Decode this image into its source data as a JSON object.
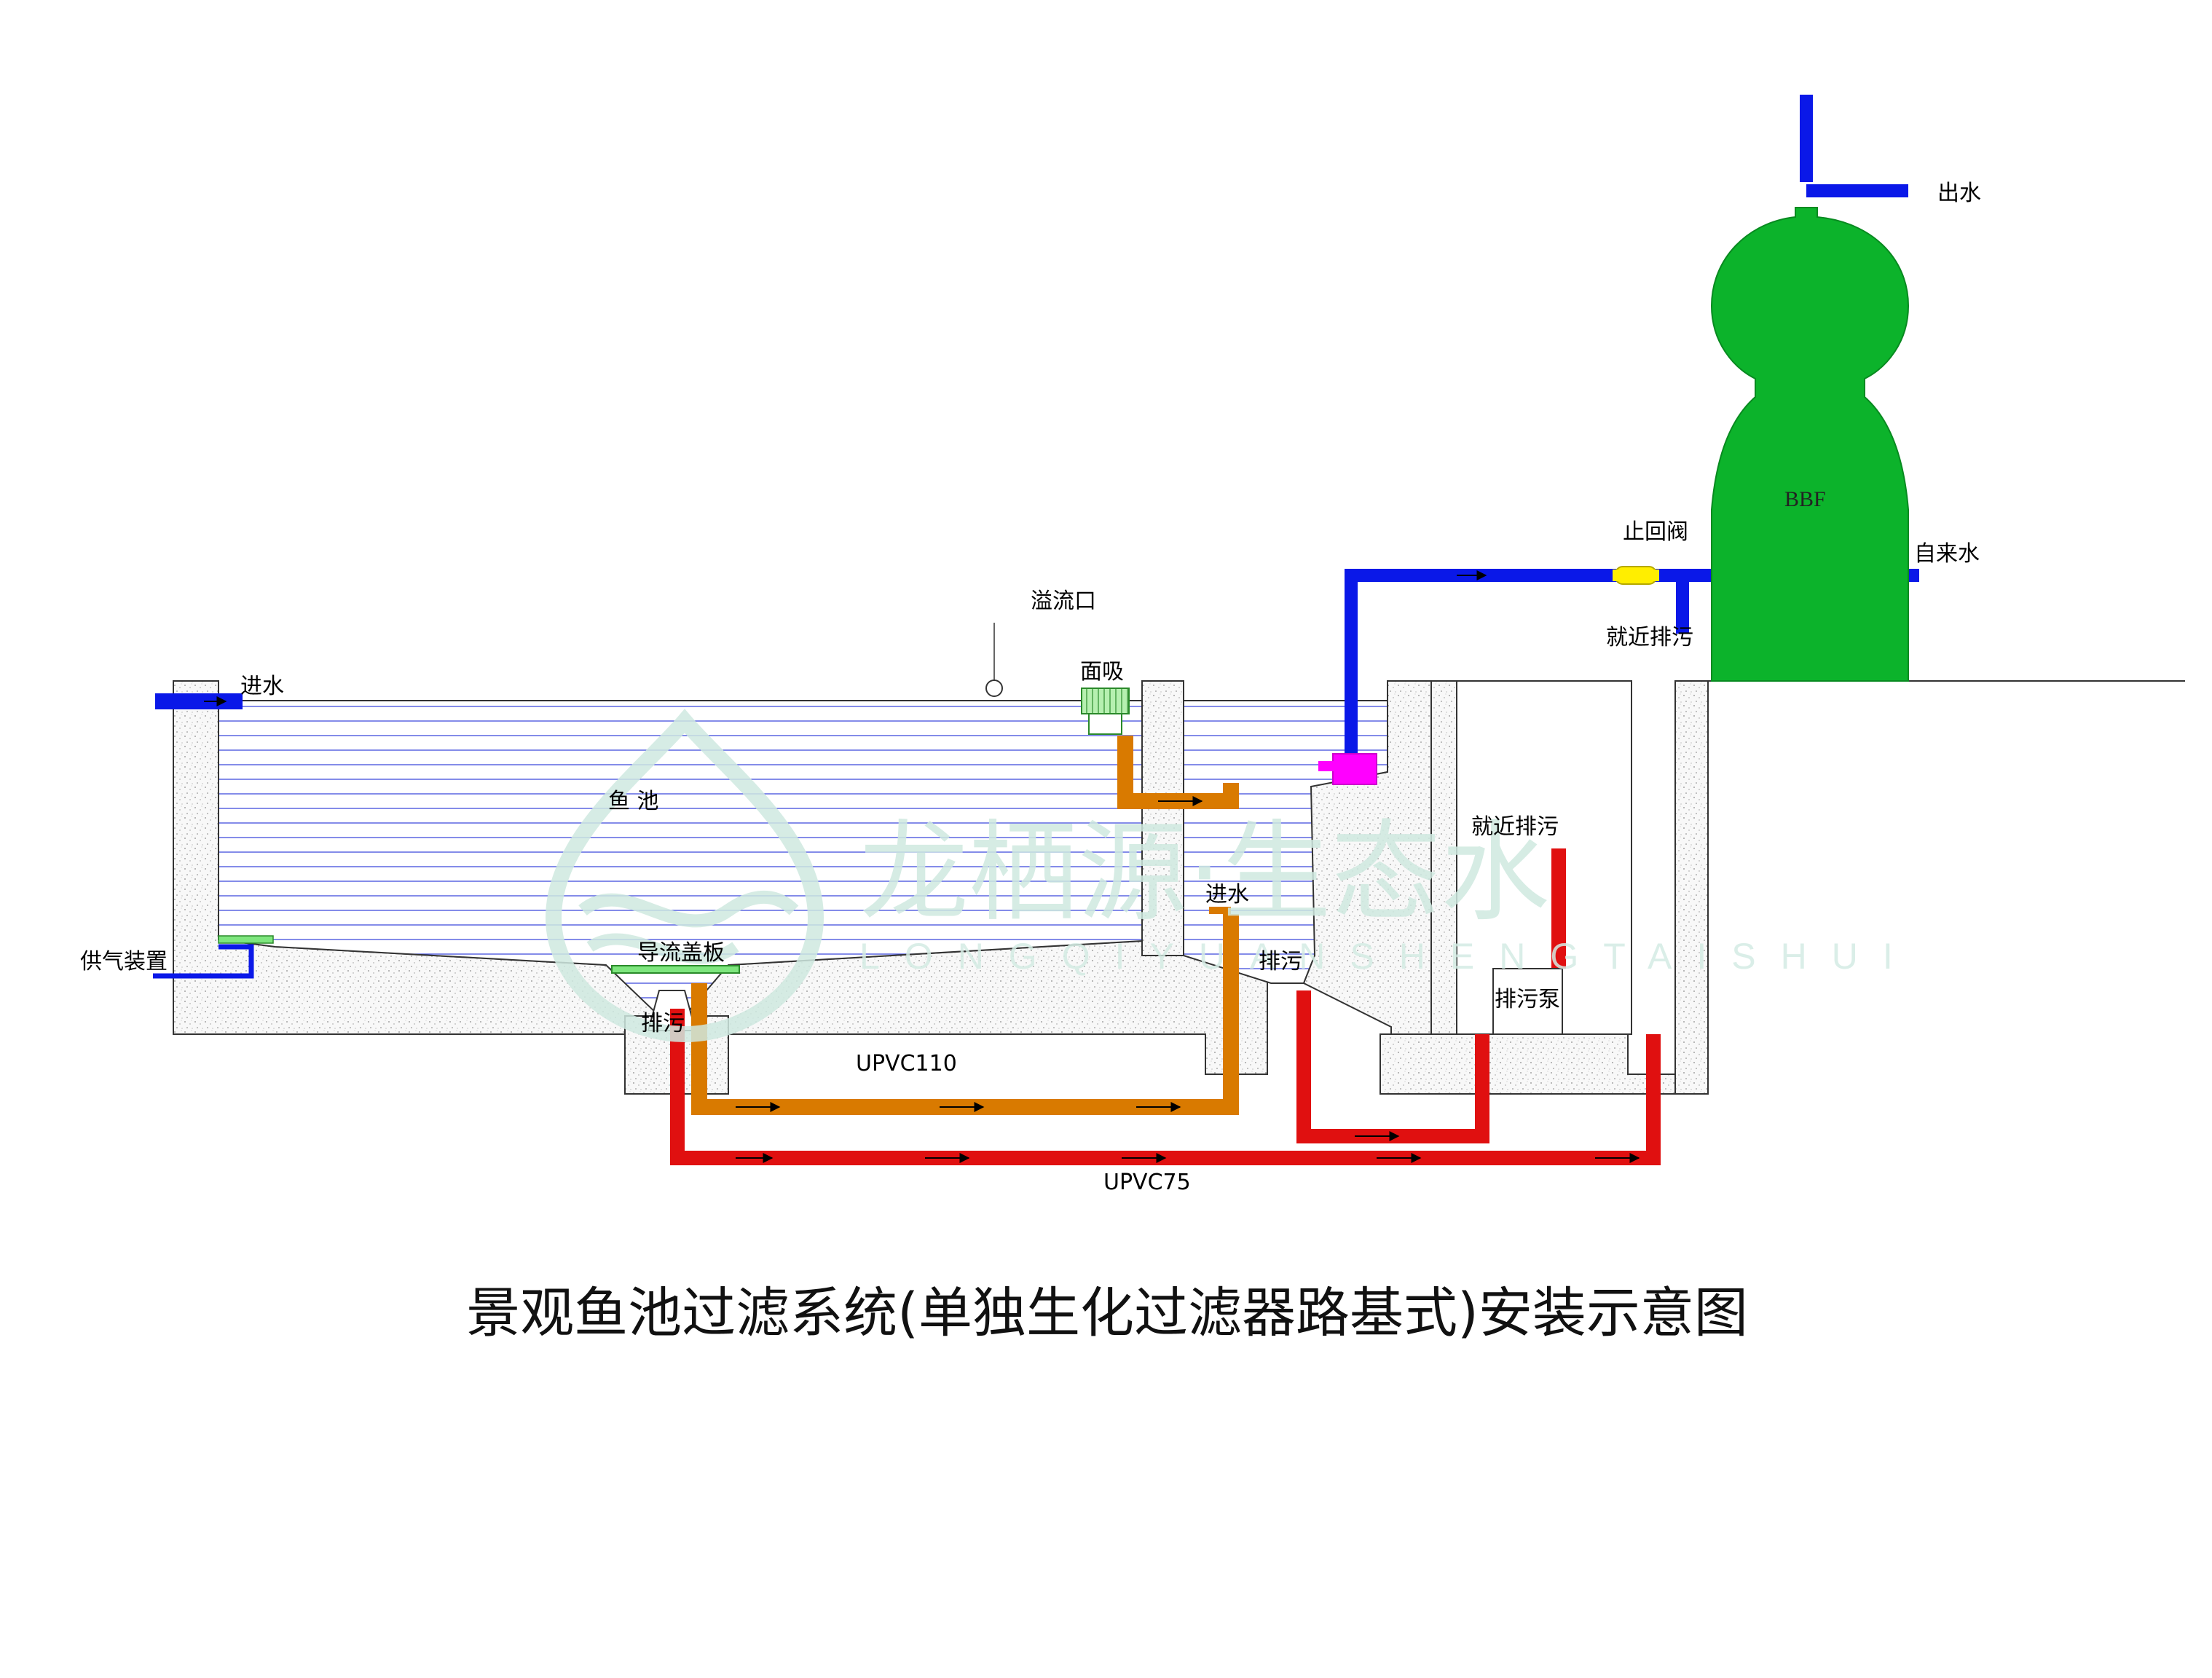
{
  "title": "景观鱼池过滤系统(单独生化过滤器路基式)安装示意图",
  "labels": {
    "overflow": "溢流口",
    "inlet_left": "进水",
    "surface_skimmer": "面吸",
    "fish_pond": "鱼 池",
    "air_supply": "供气装置",
    "baffle_cover": "导流盖板",
    "drain_bottom": "排污",
    "pipe_110": "UPVC110",
    "pipe_75": "UPVC75",
    "inlet_mid": "进水",
    "drain_mid": "排污",
    "nearby_drain_1": "就近排污",
    "sump_pump": "排污泵",
    "check_valve": "止回阀",
    "nearby_drain_2": "就近排污",
    "filter": "BBF",
    "tap_water": "自来水",
    "outlet": "出水"
  },
  "watermark": {
    "main": "龙栖源·生态水",
    "sub": "LONGQIYUANSHENGTAISHUI"
  },
  "colors": {
    "water_pipe": "#0a18e8",
    "bottom_drain_pipe": "#e01010",
    "skimmer_pipe": "#d97a00",
    "filter_body": "#0cb32b",
    "pump": "#ff00ff",
    "check_valve": "#ffee00",
    "skimmer": "#7ee67e",
    "water_lines": "#2a38d8",
    "concrete": "#f7f7f7",
    "watermark": "#cfe9e0"
  }
}
